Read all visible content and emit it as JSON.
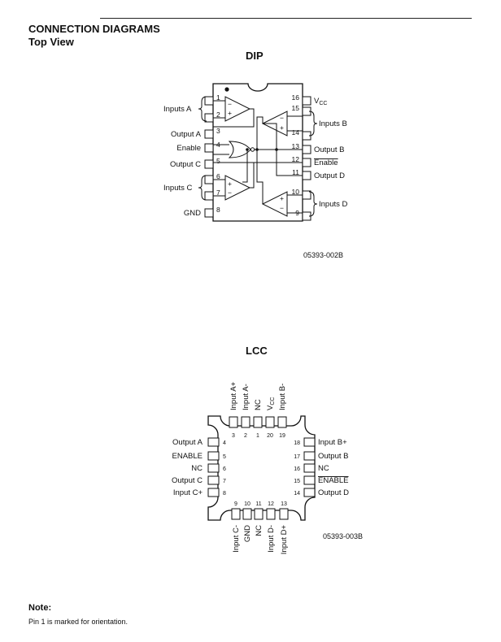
{
  "header": {
    "title": "CONNECTION DIAGRAMS",
    "subtitle": "Top View"
  },
  "dip": {
    "title": "DIP",
    "figure_id": "05393-002B",
    "left_pins": [
      {
        "num": "1",
        "label": ""
      },
      {
        "num": "2",
        "label": ""
      },
      {
        "num": "3",
        "label": "Output A"
      },
      {
        "num": "4",
        "label": "Enable"
      },
      {
        "num": "5",
        "label": "Output C"
      },
      {
        "num": "6",
        "label": ""
      },
      {
        "num": "7",
        "label": ""
      },
      {
        "num": "8",
        "label": "GND"
      }
    ],
    "right_pins": [
      {
        "num": "16",
        "label": "V",
        "sub": "CC"
      },
      {
        "num": "15",
        "label": ""
      },
      {
        "num": "14",
        "label": ""
      },
      {
        "num": "13",
        "label": "Output B"
      },
      {
        "num": "12",
        "label": "Enable",
        "overline": true
      },
      {
        "num": "11",
        "label": "Output D"
      },
      {
        "num": "10",
        "label": ""
      },
      {
        "num": "9",
        "label": ""
      }
    ],
    "brace_labels": {
      "a": "Inputs A",
      "b": "Inputs B",
      "c": "Inputs C",
      "d": "Inputs D"
    }
  },
  "lcc": {
    "title": "LCC",
    "figure_id": "05393-003B",
    "top_pins": [
      {
        "num": "3",
        "label": "Input A+"
      },
      {
        "num": "2",
        "label": "Input A-"
      },
      {
        "num": "1",
        "label": "NC"
      },
      {
        "num": "20",
        "label": "V",
        "sub": "CC"
      },
      {
        "num": "19",
        "label": "Input B-"
      }
    ],
    "left_pins": [
      {
        "num": "4",
        "label": "Output A"
      },
      {
        "num": "5",
        "label": "ENABLE"
      },
      {
        "num": "6",
        "label": "NC"
      },
      {
        "num": "7",
        "label": "Output C"
      },
      {
        "num": "8",
        "label": "Input C+"
      }
    ],
    "right_pins": [
      {
        "num": "18",
        "label": "Input B+"
      },
      {
        "num": "17",
        "label": "Output B"
      },
      {
        "num": "16",
        "label": "NC"
      },
      {
        "num": "15",
        "label": "ENABLE",
        "overline": true
      },
      {
        "num": "14",
        "label": "Output D"
      }
    ],
    "bottom_pins": [
      {
        "num": "9",
        "label": "Input C-"
      },
      {
        "num": "10",
        "label": "GND"
      },
      {
        "num": "11",
        "label": "NC"
      },
      {
        "num": "12",
        "label": "Input D-"
      },
      {
        "num": "13",
        "label": "Input D+"
      }
    ]
  },
  "note": {
    "heading": "Note:",
    "text": "Pin 1 is marked for orientation."
  }
}
